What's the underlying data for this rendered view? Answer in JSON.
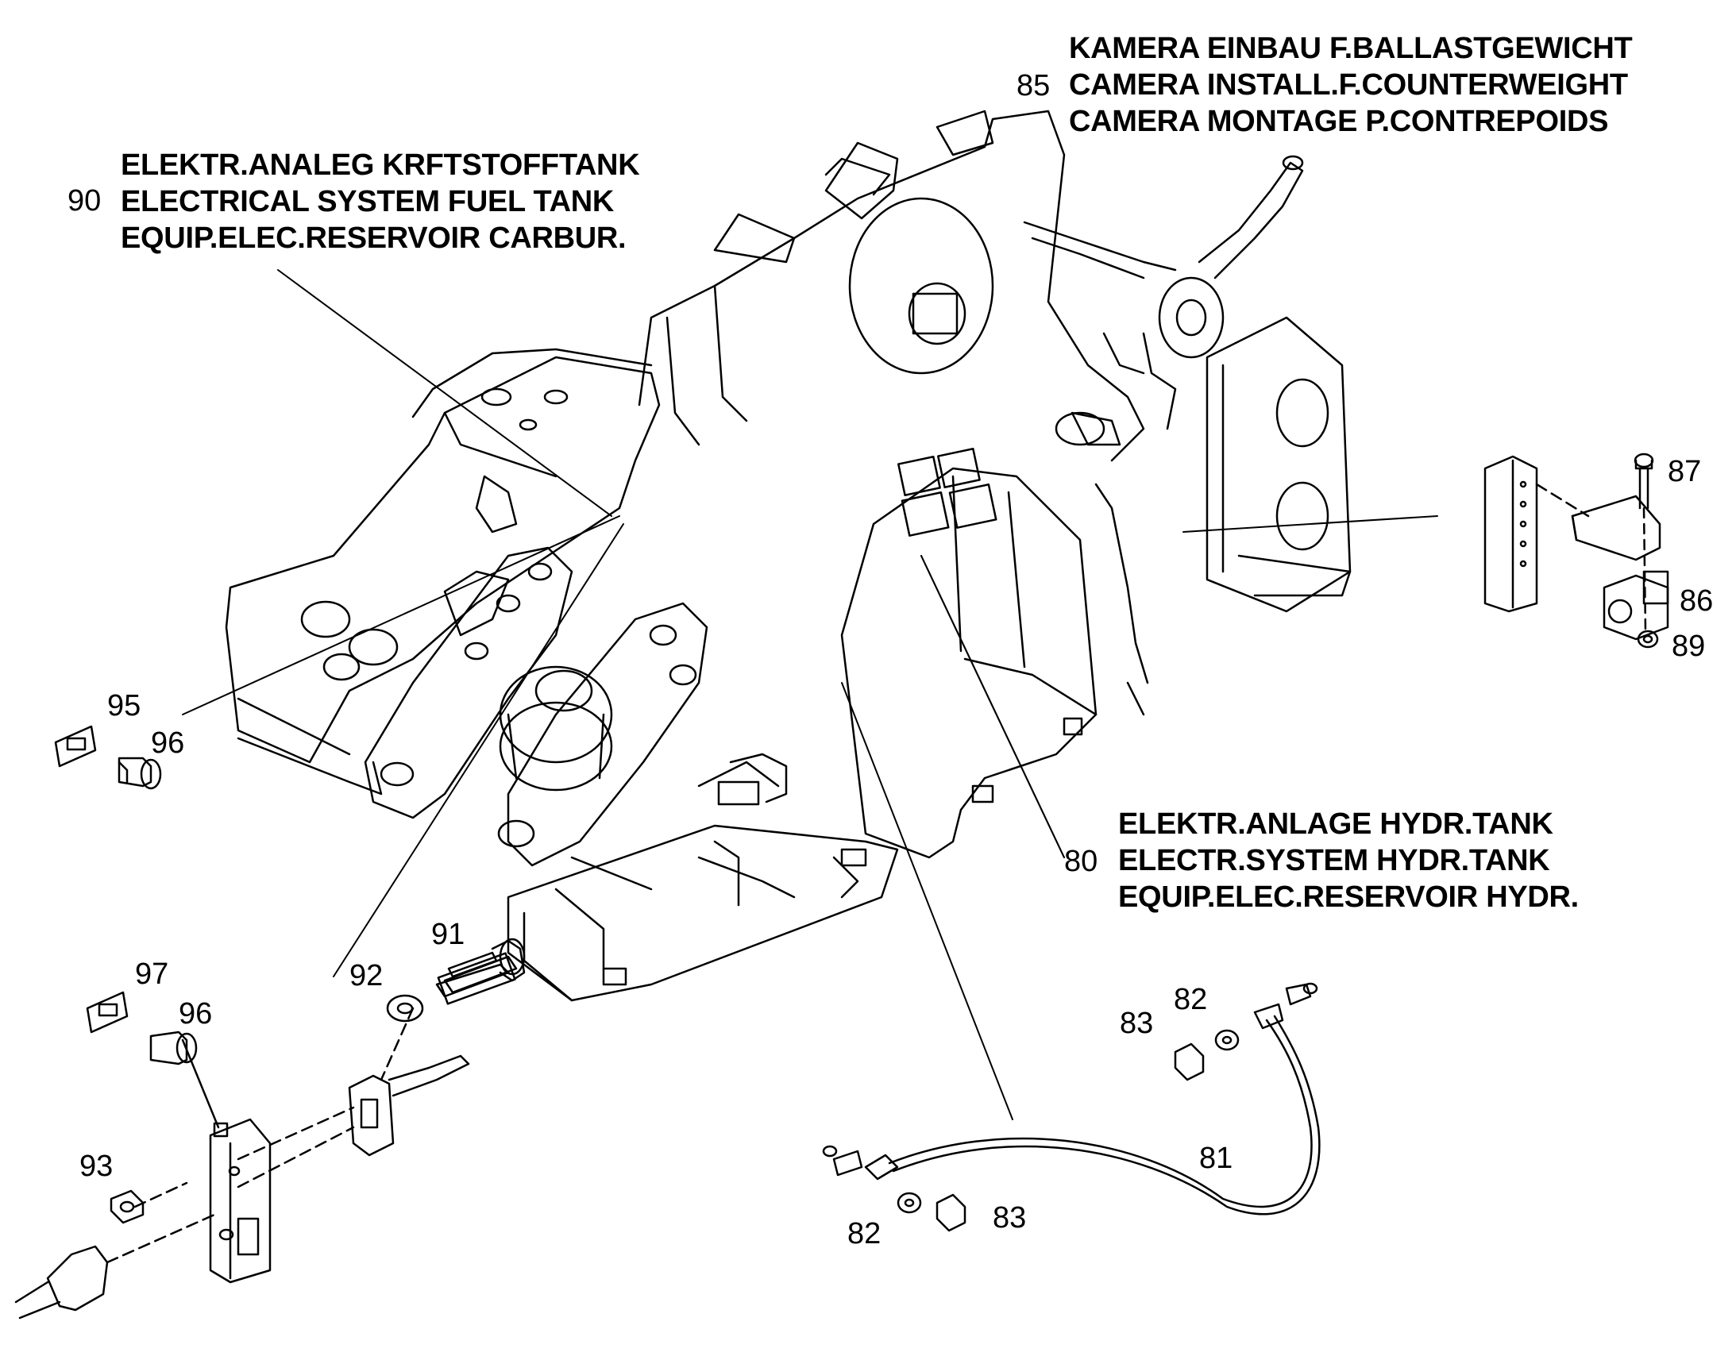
{
  "groups": {
    "g90": {
      "number": "90",
      "lines": [
        "ELEKTR.ANALEG KRFTSTOFFTANK",
        "ELECTRICAL SYSTEM FUEL TANK",
        "EQUIP.ELEC.RESERVOIR CARBUR."
      ]
    },
    "g85": {
      "number": "85",
      "lines": [
        "KAMERA EINBAU F.BALLASTGEWICHT",
        "CAMERA INSTALL.F.COUNTERWEIGHT",
        "CAMERA MONTAGE P.CONTREPOIDS"
      ]
    },
    "g80": {
      "number": "80",
      "lines": [
        "ELEKTR.ANLAGE HYDR.TANK",
        "ELECTR.SYSTEM HYDR.TANK",
        "EQUIP.ELEC.RESERVOIR HYDR."
      ]
    }
  },
  "callouts": {
    "c87": "87",
    "c86": "86",
    "c89": "89",
    "c95": "95",
    "c96a": "96",
    "c91": "91",
    "c92": "92",
    "c97": "97",
    "c96b": "96",
    "c93": "93",
    "c83a": "83",
    "c82a": "82",
    "c81": "81",
    "c82b": "82",
    "c83b": "83"
  },
  "colors": {
    "ink": "#000000",
    "paper": "#ffffff"
  }
}
